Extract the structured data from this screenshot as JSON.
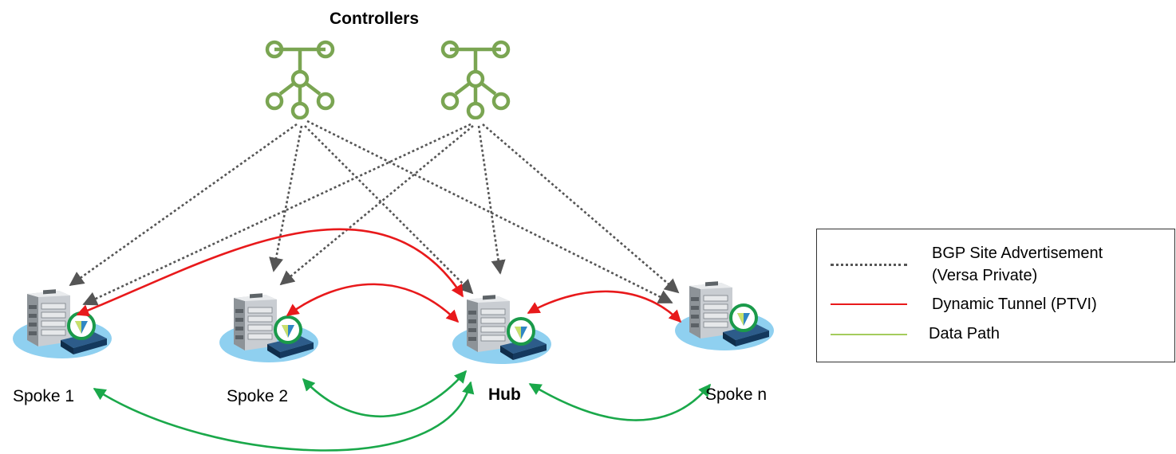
{
  "title": "Controllers",
  "nodes": [
    {
      "id": "spoke1",
      "label": "Spoke 1"
    },
    {
      "id": "spoke2",
      "label": "Spoke 2"
    },
    {
      "id": "hub",
      "label": "Hub"
    },
    {
      "id": "spoken",
      "label": "Spoke n"
    }
  ],
  "legend": {
    "bgp_line1": "BGP Site Advertisement",
    "bgp_line2": "(Versa Private)",
    "tunnel": "Dynamic Tunnel (PTVI)",
    "data": "Data Path"
  },
  "colors": {
    "controller": "#7aa552",
    "bgp": "#555555",
    "tunnel": "#e8191b",
    "data": "#1aa84a",
    "data_legend": "#a4cc5c",
    "platform": "#8fd0f0",
    "versa_badge": "#1a9a4a"
  },
  "icons": [
    "controller-icon",
    "server-building-icon",
    "versa-appliance-icon"
  ]
}
